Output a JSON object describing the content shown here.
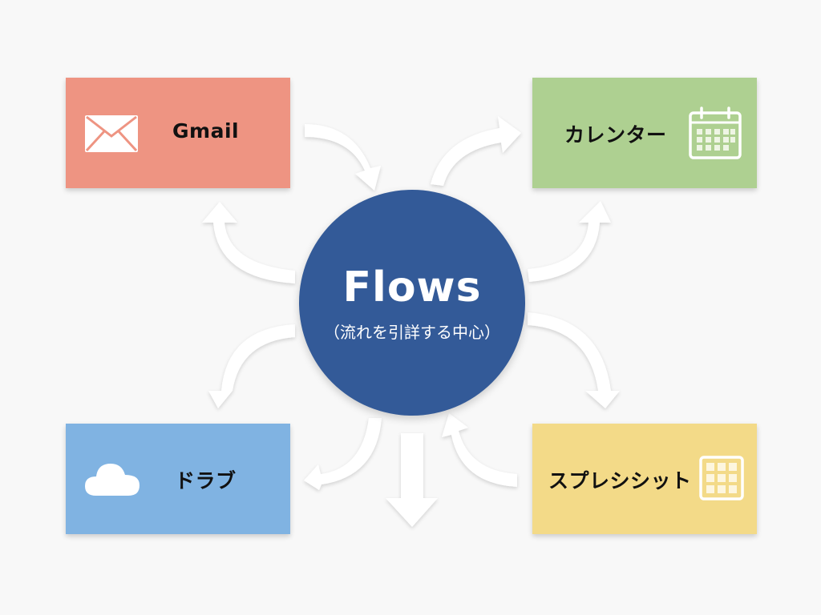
{
  "hub": {
    "title": "Flows",
    "subtitle": "（流れを引詳する中心）",
    "color": "#335a98"
  },
  "nodes": [
    {
      "id": "gmail",
      "label": "Gmail",
      "icon": "envelope-icon",
      "color": "#ee9482"
    },
    {
      "id": "calendar",
      "label": "カレンター",
      "icon": "calendar-icon",
      "color": "#aed091"
    },
    {
      "id": "drive",
      "label": "ドラブ",
      "icon": "cloud-icon",
      "color": "#80b3e2"
    },
    {
      "id": "sheets",
      "label": "スプレシシット",
      "icon": "spreadsheet-grid-icon",
      "color": "#f3da88"
    }
  ],
  "arrows": [
    {
      "from": "gmail",
      "to": "hub"
    },
    {
      "from": "hub",
      "to": "gmail"
    },
    {
      "from": "hub",
      "to": "calendar"
    },
    {
      "from": "hub",
      "to": "calendar"
    },
    {
      "from": "hub",
      "to": "drive"
    },
    {
      "from": "hub",
      "to": "drive"
    },
    {
      "from": "hub",
      "to": "output"
    },
    {
      "from": "hub",
      "to": "sheets"
    },
    {
      "from": "sheets",
      "to": "hub"
    }
  ]
}
